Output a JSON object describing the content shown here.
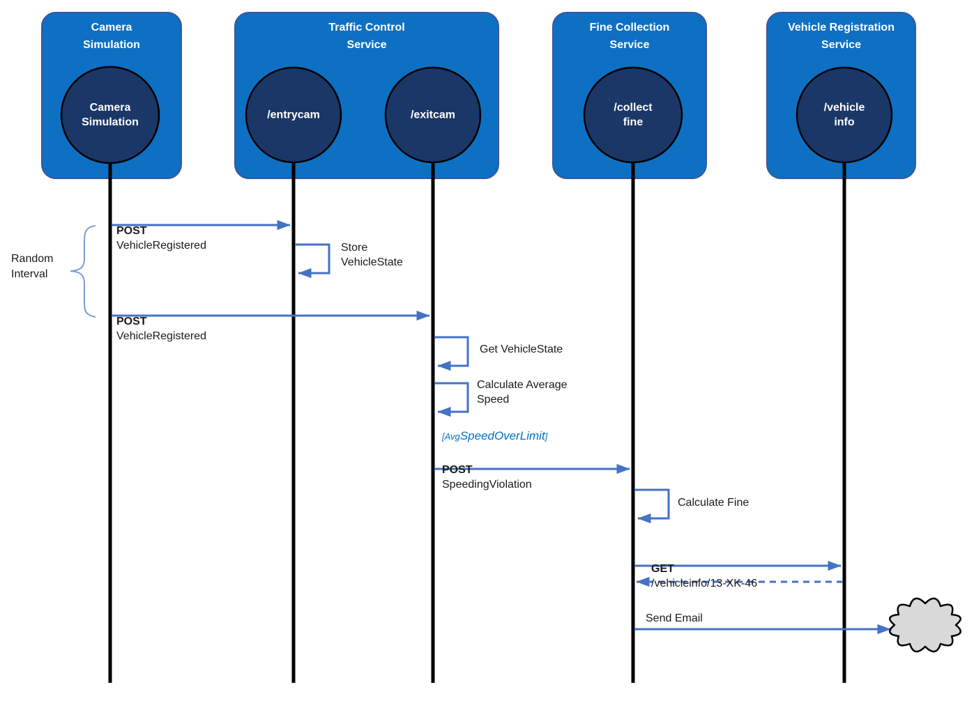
{
  "colors": {
    "box_fill": "#0d70c3",
    "box_border": "#3a569e",
    "circle_fill": "#1b3767",
    "circle_border": "#000000",
    "lifeline": "#000000",
    "arrow": "#4472c4",
    "guard_text": "#0070c0",
    "brace": "#7f9cd4",
    "cloud_fill": "#d9d9d9",
    "cloud_border": "#000000",
    "label_text": "#1a1a1a"
  },
  "services": [
    {
      "title": "Camera\nSimulation"
    },
    {
      "title": "Traffic Control\nService"
    },
    {
      "title": "Fine Collection\nService"
    },
    {
      "title": "Vehicle Registration\nService"
    }
  ],
  "endpoints": [
    {
      "label": "Camera\nSimulation"
    },
    {
      "label": "/entrycam"
    },
    {
      "label": "/exitcam"
    },
    {
      "label": "/collect\nfine"
    },
    {
      "label": "/vehicle\ninfo"
    }
  ],
  "messages": {
    "post_vehicle_registered_1": {
      "method": "POST",
      "text": "VehicleRegistered"
    },
    "store_vehicle_state": {
      "text": "Store\nVehicleState"
    },
    "post_vehicle_registered_2": {
      "method": "POST",
      "text": "VehicleRegistered"
    },
    "get_vehicle_state": {
      "text": "Get VehicleState"
    },
    "calculate_average_speed": {
      "text": "Calculate Average\nSpeed"
    },
    "guard": {
      "prefix": "[Avg",
      "main": "SpeedOverLimit",
      "suffix": "]"
    },
    "post_speeding_violation": {
      "method": "POST",
      "text": "SpeedingViolation"
    },
    "calculate_fine": {
      "text": "Calculate Fine"
    },
    "get_vehicle_info": {
      "method": "GET",
      "text": "/vehicleinfo/13-XK-46"
    },
    "send_email": {
      "text": "Send Email"
    }
  },
  "annotations": {
    "random_interval": "Random\nInterval"
  }
}
